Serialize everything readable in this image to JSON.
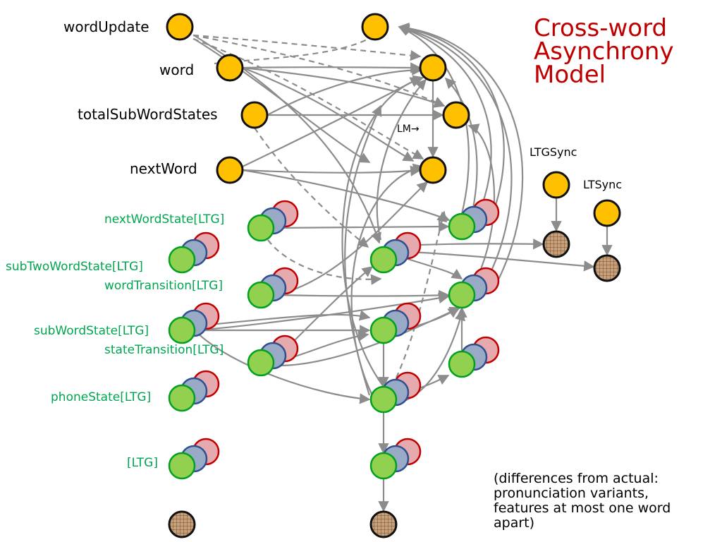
{
  "title": {
    "lines": [
      "Cross-word",
      "Asynchrony",
      "Model"
    ]
  },
  "note": {
    "lines": [
      "(differences from actual:",
      "pronunciation variants,",
      "features at most one word",
      "apart)"
    ]
  },
  "labels": {
    "wordUpdate": "wordUpdate",
    "word": "word",
    "totalSubWordStates": "totalSubWordStates",
    "nextWord": "nextWord",
    "lm": "LM→",
    "ltgSync": "LTGSync",
    "ltSync": "LTSync",
    "nextWordState": "nextWordState[LTG]",
    "subTwoWordState": "subTwoWordState[LTG]",
    "wordTransition": "wordTransition[LTG]",
    "subWordState": "subWordState[LTG]",
    "stateTransition": "stateTransition[LTG]",
    "phoneState": "phoneState[LTG]",
    "ltg": "[LTG]"
  },
  "colors": {
    "yellow_node": "#ffc000",
    "green_node": "#92d050",
    "green_stroke": "#00a020",
    "blue_node": "#99aac6",
    "blue_stroke": "#2f4f8f",
    "pink_node": "#e6a9ad",
    "pink_stroke": "#c00000",
    "observed_node": "#c8a07c",
    "edge": "#8c8c8c",
    "title": "#c00000",
    "green_label": "#00a550"
  }
}
